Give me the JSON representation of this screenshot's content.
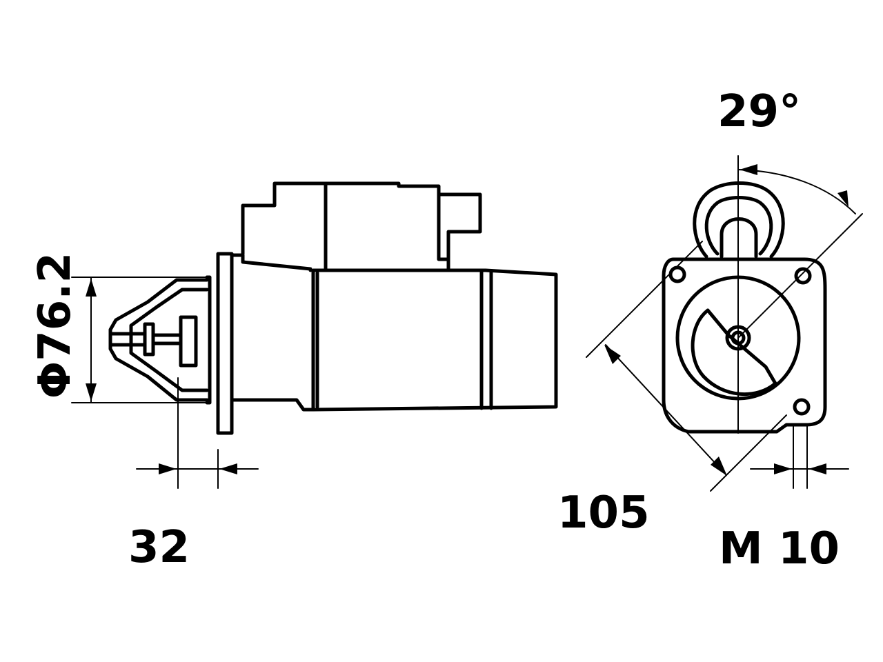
{
  "dimensions": {
    "angle": "29°",
    "diameter": "Φ76.2",
    "offset": "32",
    "flange_width": "105",
    "thread": "M 10"
  },
  "line_color": "#000000",
  "background_color": "#ffffff"
}
